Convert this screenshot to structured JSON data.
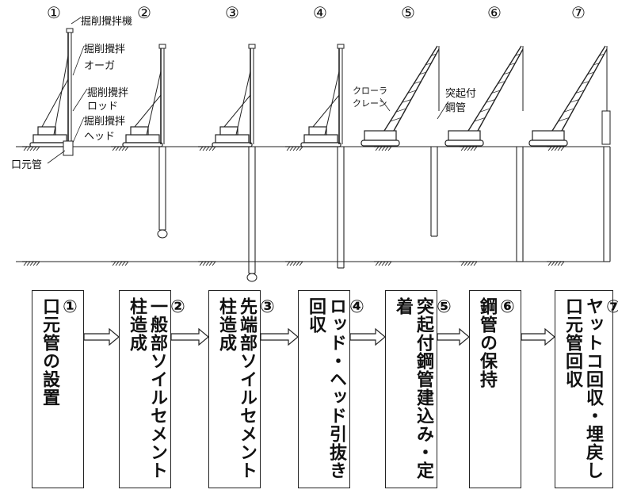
{
  "steps": [
    {
      "num": "①",
      "lines": [
        "①",
        "口元管の設置"
      ]
    },
    {
      "num": "②",
      "lines": [
        "②",
        "一般部ソイルセメント柱造成"
      ]
    },
    {
      "num": "③",
      "lines": [
        "③",
        "先端部ソイルセメント柱造成"
      ]
    },
    {
      "num": "④",
      "lines": [
        "④",
        "ロッド・ヘッド引抜き回収"
      ]
    },
    {
      "num": "⑤",
      "lines": [
        "⑤",
        "突起付鋼管建込み・定着"
      ]
    },
    {
      "num": "⑥",
      "lines": [
        "⑥",
        "鋼管の保持"
      ]
    },
    {
      "num": "⑦",
      "lines": [
        "⑦",
        "ヤットコ回収・埋戻し",
        "口元管回収"
      ]
    }
  ],
  "labels": {
    "machine": "掘削攪拌機",
    "auger_1": "掘削攪拌",
    "auger_2": "オーガ",
    "rod_1": "掘削攪拌",
    "rod_2": "ロッド",
    "head_1": "掘削攪拌",
    "head_2": "ヘッド",
    "casing": "口元管",
    "crane_1": "クローラ",
    "crane_2": "クレーン",
    "pipe_1": "突起付",
    "pipe_2": "鋼管"
  }
}
